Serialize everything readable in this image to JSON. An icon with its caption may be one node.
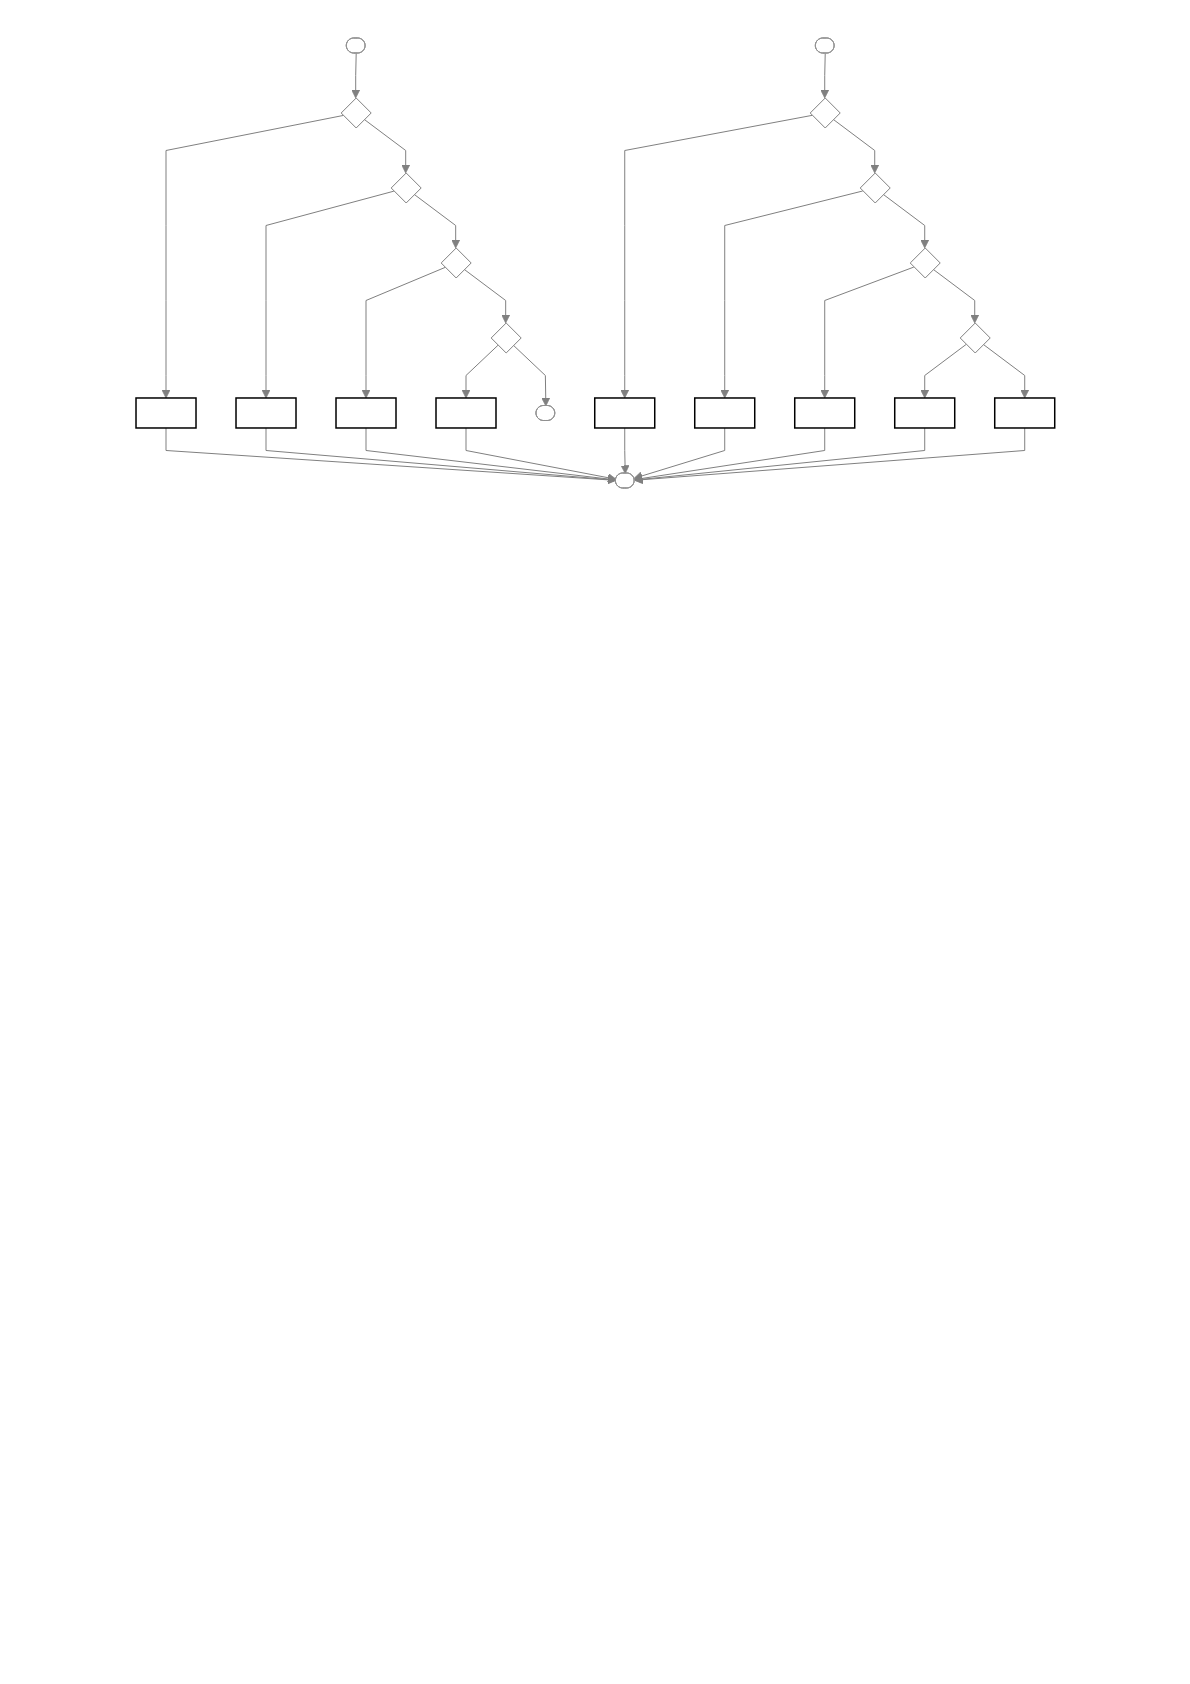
{
  "diagram": {
    "nodes": [
      {
        "text": [],
        "shape": "pill"
      },
      {
        "text": [],
        "shape": "diamond"
      },
      {
        "text": [],
        "shape": "box"
      },
      {
        "text": [],
        "shape": "diamond"
      },
      {
        "text": [],
        "shape": "box"
      },
      {
        "text": [],
        "shape": "diamond"
      },
      {
        "text": [],
        "shape": "box"
      },
      {
        "text": [],
        "shape": "diamond"
      },
      {
        "text": [],
        "shape": "box"
      },
      {
        "text": [],
        "shape": "pill"
      },
      {
        "text": [],
        "shape": "pill"
      },
      {
        "text": [],
        "shape": "diamond"
      },
      {
        "text": [],
        "shape": "box"
      },
      {
        "text": [],
        "shape": "diamond"
      },
      {
        "text": [],
        "shape": "box"
      },
      {
        "text": [],
        "shape": "diamond"
      },
      {
        "text": [],
        "shape": "box"
      },
      {
        "text": [],
        "shape": "diamond"
      },
      {
        "text": [],
        "shape": "box"
      },
      {
        "text": [],
        "shape": "box"
      },
      {
        "text": [],
        "shape": "pill"
      }
    ],
    "edges": [
      {
        "from": 0,
        "to": 1,
        "arrow": "to"
      },
      {
        "from": 1,
        "to": 2,
        "arrow": "to"
      },
      {
        "from": 1,
        "to": 3,
        "arrow": "to"
      },
      {
        "from": 3,
        "to": 4,
        "arrow": "to"
      },
      {
        "from": 3,
        "to": 5,
        "arrow": "to"
      },
      {
        "from": 5,
        "to": 6,
        "arrow": "to"
      },
      {
        "from": 5,
        "to": 7,
        "arrow": "to"
      },
      {
        "from": 7,
        "to": 8,
        "arrow": "to"
      },
      {
        "from": 7,
        "to": 9,
        "arrow": "to"
      },
      {
        "from": 2,
        "to": 20,
        "arrow": "to"
      },
      {
        "from": 4,
        "to": 20,
        "arrow": "to"
      },
      {
        "from": 6,
        "to": 20,
        "arrow": "to"
      },
      {
        "from": 8,
        "to": 20,
        "arrow": "to"
      },
      {
        "from": 10,
        "to": 11,
        "arrow": "to"
      },
      {
        "from": 11,
        "to": 12,
        "arrow": "to"
      },
      {
        "from": 11,
        "to": 13,
        "arrow": "to"
      },
      {
        "from": 13,
        "to": 14,
        "arrow": "to"
      },
      {
        "from": 13,
        "to": 15,
        "arrow": "to"
      },
      {
        "from": 15,
        "to": 16,
        "arrow": "to"
      },
      {
        "from": 15,
        "to": 17,
        "arrow": "to"
      },
      {
        "from": 17,
        "to": 18,
        "arrow": "to"
      },
      {
        "from": 17,
        "to": 19,
        "arrow": "to"
      },
      {
        "from": 19,
        "to": 20,
        "arrow": "to"
      },
      {
        "from": 12,
        "to": 20,
        "arrow": "to"
      },
      {
        "from": 14,
        "to": 20,
        "arrow": "to"
      },
      {
        "from": 16,
        "to": 20,
        "arrow": "to"
      },
      {
        "from": 18,
        "to": 20,
        "arrow": "to"
      }
    ]
  }
}
